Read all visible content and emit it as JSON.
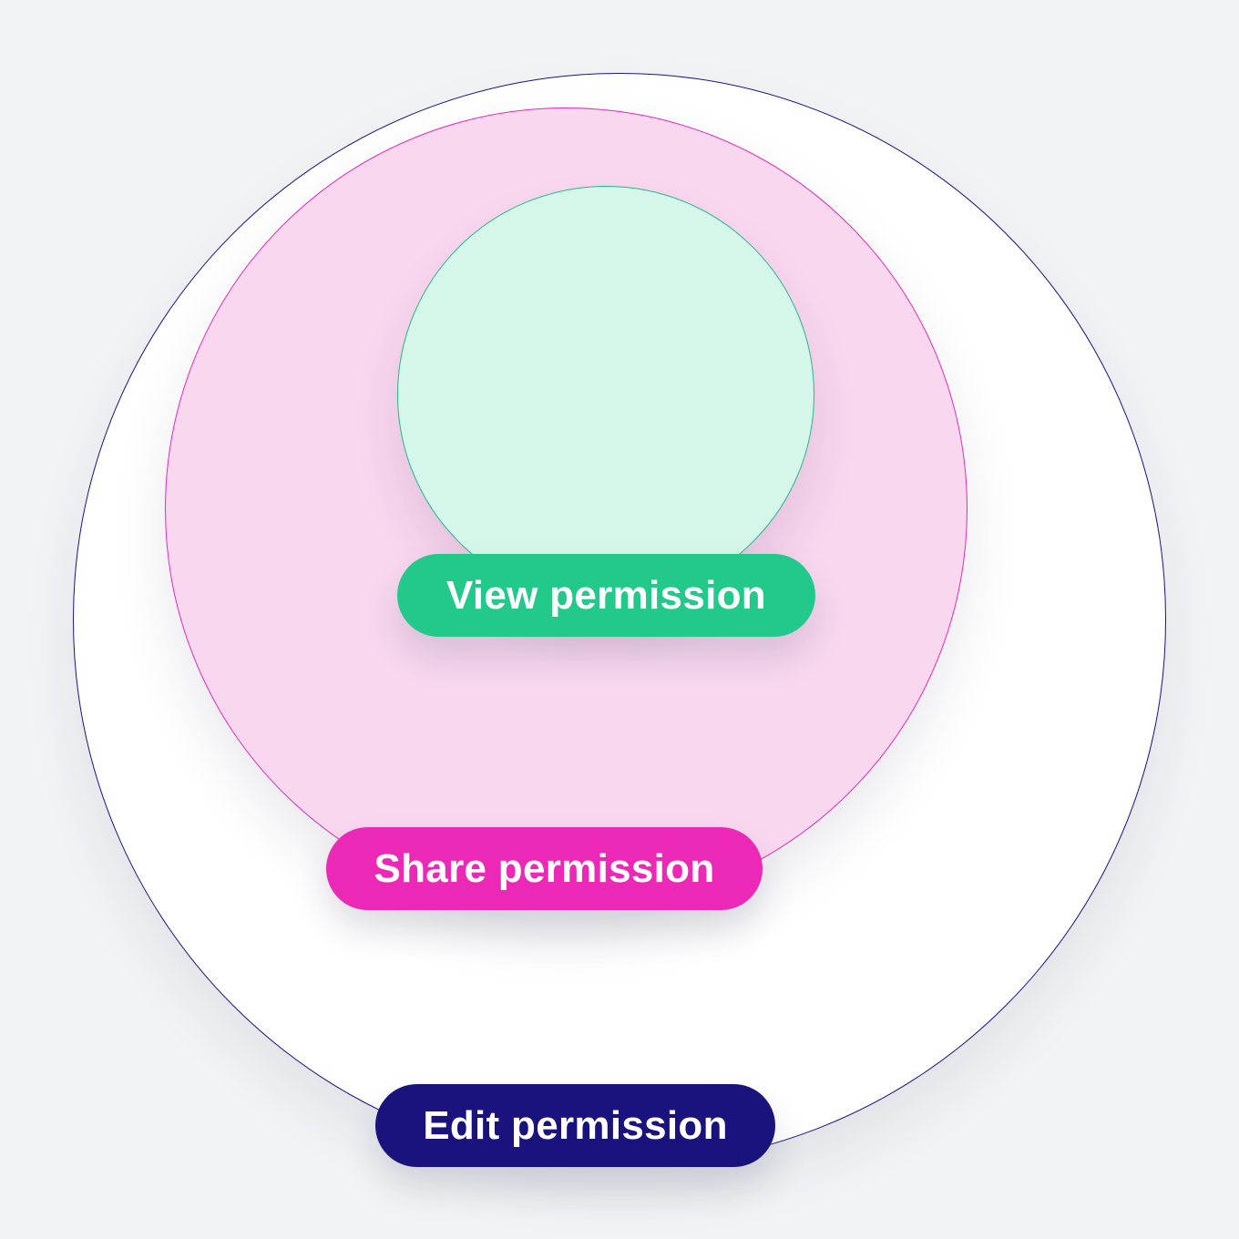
{
  "diagram": {
    "type": "nested-permission-circles",
    "background_color": "#f2f3f5",
    "levels": [
      {
        "label": "Edit permission",
        "circle_fill": "#ffffff",
        "circle_stroke": "#1c137f",
        "pill_color": "#1b137d"
      },
      {
        "label": "Share permission",
        "circle_fill": "#f8d7ef",
        "circle_stroke": "#e62cb8",
        "pill_color": "#ec29b6"
      },
      {
        "label": "View permission",
        "circle_fill": "#d5f7e9",
        "circle_stroke": "#22b986",
        "pill_color": "#22c98b"
      }
    ]
  }
}
